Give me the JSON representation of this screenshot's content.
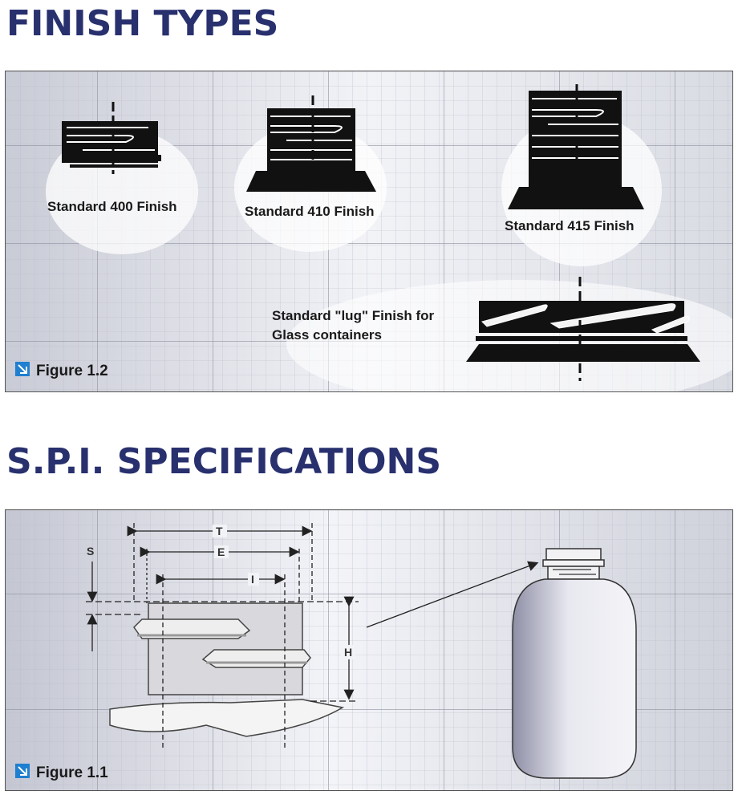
{
  "sections": [
    {
      "title": "FINISH TYPES",
      "figure": {
        "caption": "Figure 1.2",
        "labels": {
          "std400": "Standard 400 Finish",
          "std410": "Standard 410 Finish",
          "std415": "Standard 415 Finish",
          "lug_line1": "Standard \"lug\" Finish for",
          "lug_line2": "Glass containers"
        }
      }
    },
    {
      "title": "S.P.I. SPECIFICATIONS",
      "figure": {
        "caption": "Figure 1.1",
        "dimensions": {
          "t": "T",
          "e": "E",
          "i": "I",
          "s": "S",
          "h": "H"
        }
      }
    }
  ],
  "colors": {
    "title": "#28306e",
    "figure_icon": "#1f7fd0",
    "grid": "#a9a9b6"
  },
  "icons": {
    "figure_marker": "arrow-down-right-icon"
  }
}
